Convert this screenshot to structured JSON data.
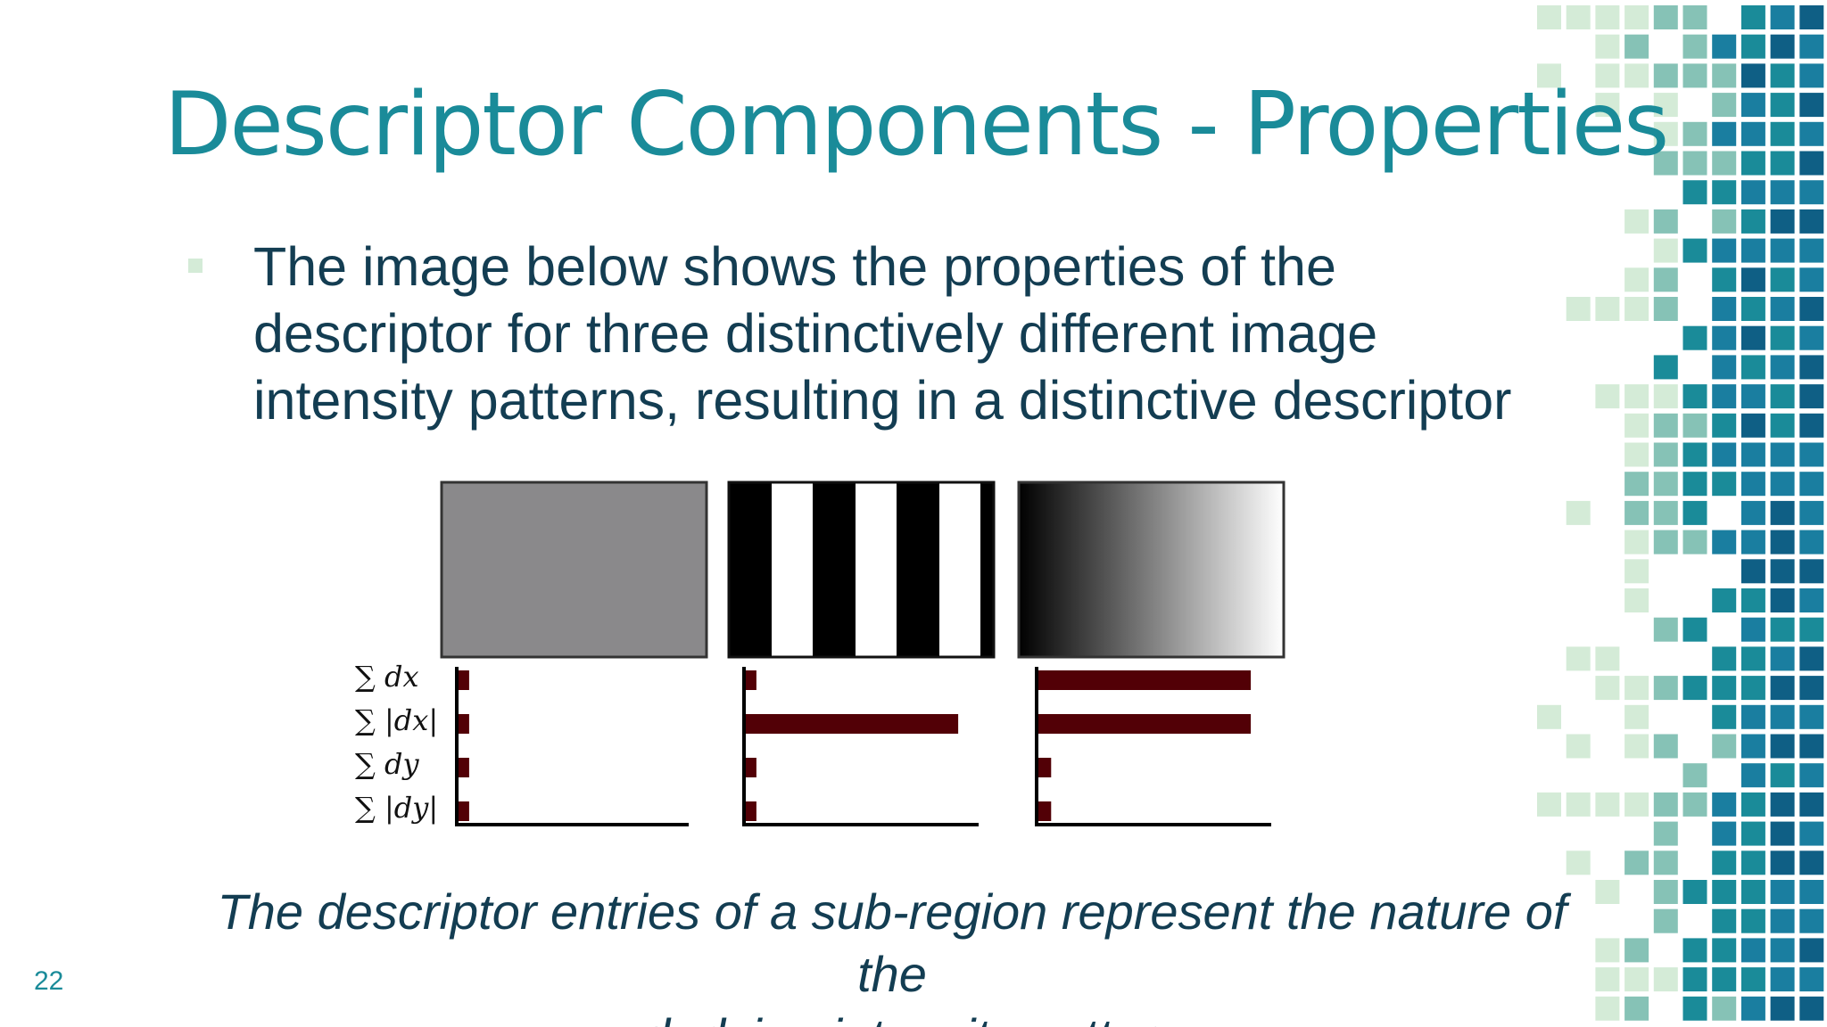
{
  "slide": {
    "title": "Descriptor Components - Properties",
    "bullet": "The image below shows the properties of the descriptor for three distinctively different image intensity patterns, resulting in a distinctive descriptor",
    "caption_line1": "The descriptor entries of a sub-region represent the nature of the",
    "caption_line2": "underlying intensity pattern.",
    "page_number": "22"
  },
  "colors": {
    "title": "#1a8b99",
    "text": "#133d52",
    "bar": "#520006",
    "tile_palette": [
      "#d4ebd7",
      "#86c2b6",
      "#1a8b99",
      "#1a7ea0",
      "#0f5f85"
    ]
  },
  "chart_data": {
    "type": "bar",
    "orientation": "horizontal",
    "categories": [
      "∑ dx",
      "∑ |dx|",
      "∑ dy",
      "∑ |dy|"
    ],
    "panels": [
      {
        "pattern": "uniform gray",
        "values": [
          0.05,
          0.05,
          0.05,
          0.05
        ]
      },
      {
        "pattern": "vertical stripes",
        "values": [
          0.05,
          1.0,
          0.05,
          0.05
        ]
      },
      {
        "pattern": "horizontal gradient",
        "values": [
          1.0,
          1.0,
          0.06,
          0.06
        ]
      }
    ],
    "xlim": [
      0,
      1.05
    ],
    "grid": false
  }
}
